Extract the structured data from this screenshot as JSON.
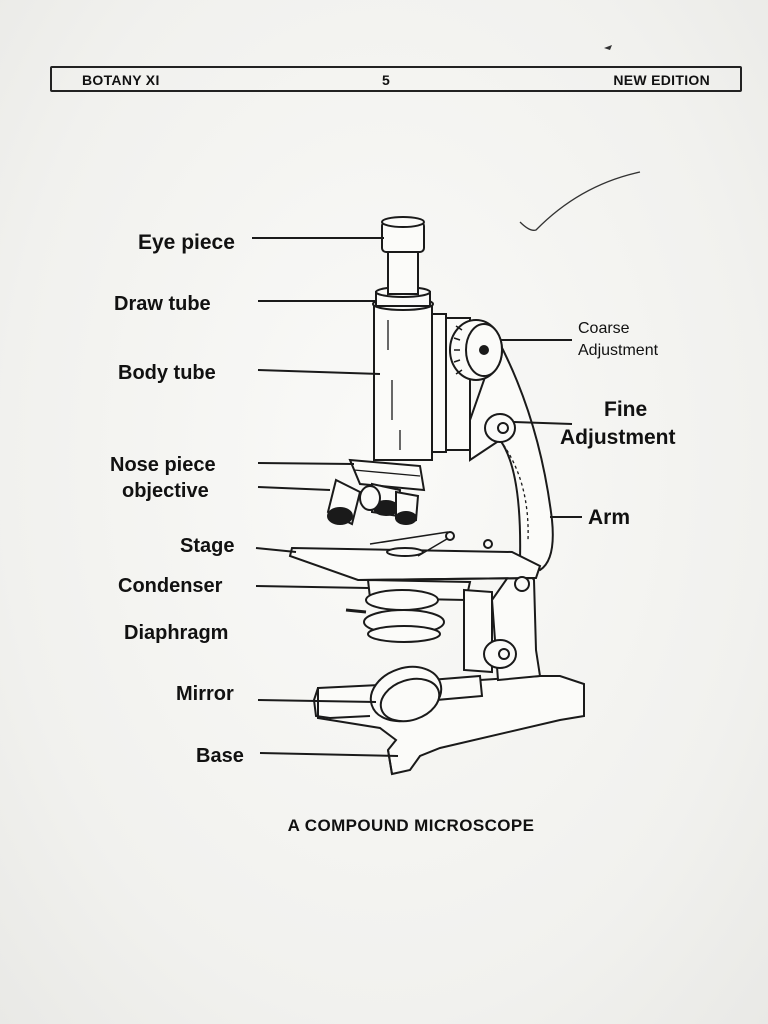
{
  "header": {
    "left": "BOTANY XI",
    "page_number": "5",
    "right": "NEW EDITION"
  },
  "labels": {
    "eye_piece": "Eye piece",
    "draw_tube": "Draw tube",
    "body_tube": "Body tube",
    "nose_piece": "Nose piece",
    "objective": "objective",
    "stage": "Stage",
    "condenser": "Condenser",
    "diaphragm": "Diaphragm",
    "mirror": "Mirror",
    "base": "Base",
    "coarse_line1": "Coarse",
    "coarse_line2": "Adjustment",
    "fine_line1": "Fine",
    "fine_line2": "Adjustment",
    "arm": "Arm"
  },
  "caption": "A COMPOUND MICROSCOPE"
}
